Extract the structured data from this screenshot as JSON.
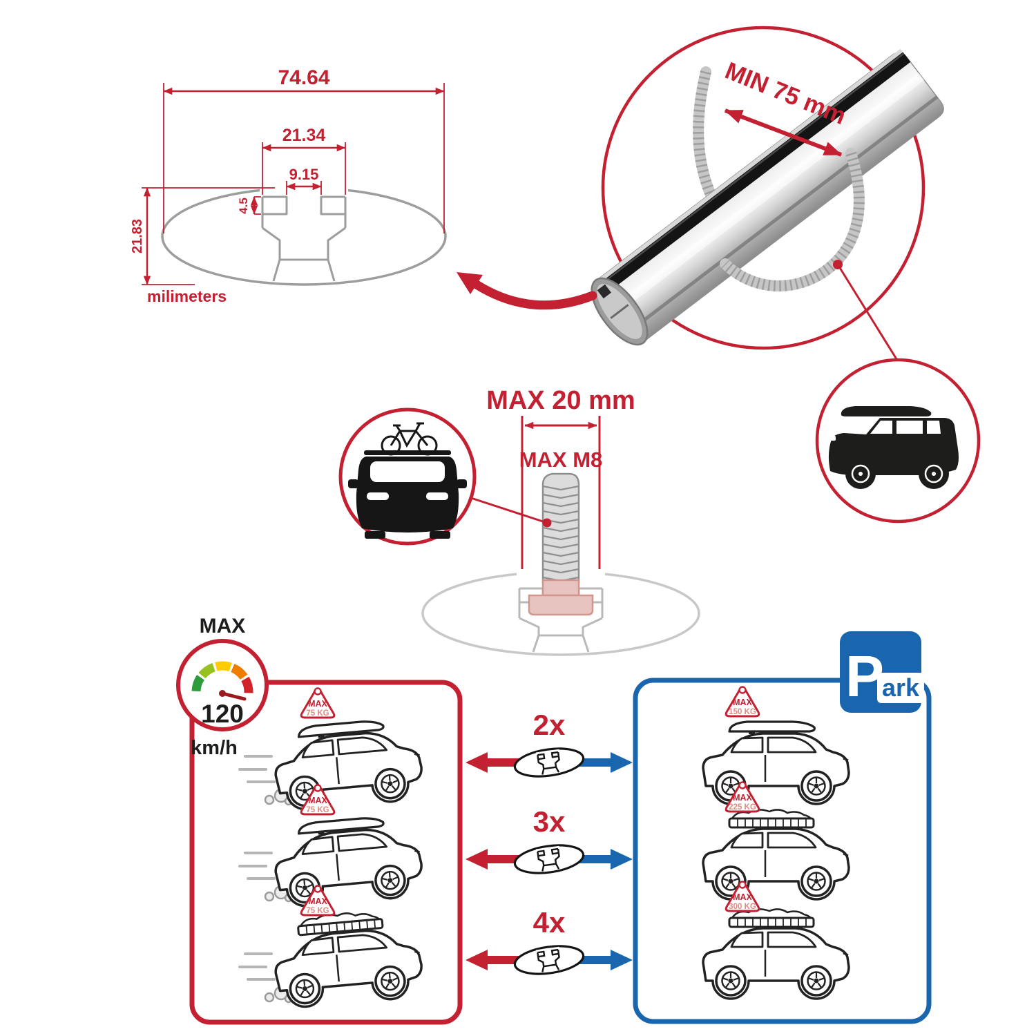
{
  "colors": {
    "red": "#C32032",
    "blue": "#1A66AE",
    "dark": "#1D1D1B",
    "gray": "#9D9D9C",
    "badge_value_red": "#DE8A80",
    "gauge_segments": [
      "#2E9C3C",
      "#97C11F",
      "#FFCC00",
      "#EF7D00",
      "#D2232A"
    ]
  },
  "technical_drawing": {
    "dim_total_width": "74.64",
    "dim_channel_width": "21.34",
    "dim_slot_width": "9.15",
    "dim_lip_depth": "4.5",
    "dim_total_height": "21.83",
    "unit_label": "milimeters"
  },
  "crossbar_detail": {
    "min_span_label": "MIN 75 mm"
  },
  "bolt_detail": {
    "max_width_label": "MAX 20 mm",
    "max_thread_label": "MAX M8"
  },
  "speed_limit": {
    "title": "MAX",
    "value": "120",
    "unit": "km/h"
  },
  "parking_sign": {
    "letter": "P",
    "suffix": "ark"
  },
  "comparison": {
    "multipliers": [
      "2x",
      "3x",
      "4x"
    ],
    "driving_cars": [
      {
        "badge_title": "MAX",
        "badge_value": "75 KG"
      },
      {
        "badge_title": "MAX",
        "badge_value": "75 KG"
      },
      {
        "badge_title": "MAX",
        "badge_value": "75 KG"
      }
    ],
    "parked_cars": [
      {
        "badge_title": "MAX",
        "badge_value": "150 KG"
      },
      {
        "badge_title": "MAX",
        "badge_value": "225 KG"
      },
      {
        "badge_title": "MAX",
        "badge_value": "300 KG"
      }
    ]
  }
}
